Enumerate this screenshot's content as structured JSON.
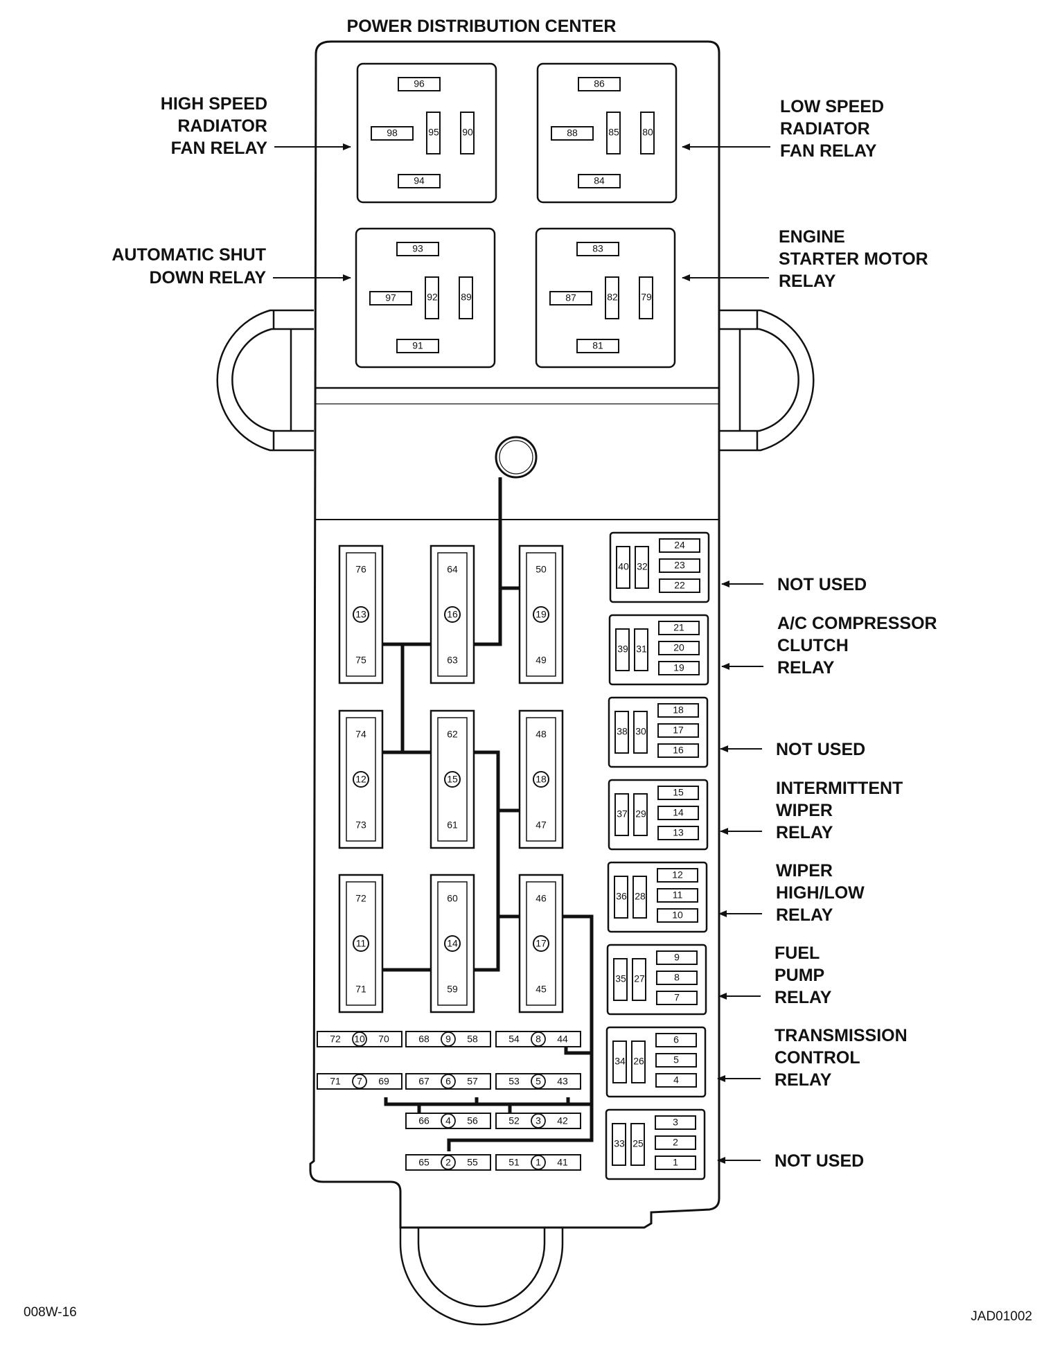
{
  "title": "POWER DISTRIBUTION CENTER",
  "footer": {
    "left": "008W-16",
    "right": "JAD01002"
  },
  "left_labels": {
    "high_speed_fan": [
      "HIGH SPEED",
      "RADIATOR",
      "FAN RELAY"
    ],
    "asd": [
      "AUTOMATIC SHUT",
      "DOWN RELAY"
    ]
  },
  "right_labels": {
    "low_speed_fan": [
      "LOW SPEED",
      "RADIATOR",
      "FAN RELAY"
    ],
    "starter": [
      "ENGINE",
      "STARTER MOTOR",
      "RELAY"
    ],
    "r1": [
      "NOT USED"
    ],
    "r2": [
      "A/C COMPRESSOR",
      "CLUTCH",
      "RELAY"
    ],
    "r3": [
      "NOT USED"
    ],
    "r4": [
      "INTERMITTENT",
      "WIPER",
      "RELAY"
    ],
    "r5": [
      "WIPER",
      "HIGH/LOW",
      "RELAY"
    ],
    "r6": [
      "FUEL",
      "PUMP",
      "RELAY"
    ],
    "r7": [
      "TRANSMISSION",
      "CONTROL",
      "RELAY"
    ],
    "r8": [
      "NOT USED"
    ]
  },
  "big_relays": [
    {
      "top": "96",
      "left": "98",
      "mid": "95",
      "right": "90",
      "bottom": "94"
    },
    {
      "top": "86",
      "left": "88",
      "mid": "85",
      "right": "80",
      "bottom": "84"
    },
    {
      "top": "93",
      "left": "97",
      "mid": "92",
      "right": "89",
      "bottom": "91"
    },
    {
      "top": "83",
      "left": "87",
      "mid": "82",
      "right": "79",
      "bottom": "81"
    }
  ],
  "fuse_columns": [
    {
      "top": "76",
      "num": "13",
      "bottom": "75"
    },
    {
      "top": "64",
      "num": "16",
      "bottom": "63"
    },
    {
      "top": "50",
      "num": "19",
      "bottom": "49"
    },
    {
      "top": "74",
      "num": "12",
      "bottom": "73"
    },
    {
      "top": "62",
      "num": "15",
      "bottom": "61"
    },
    {
      "top": "48",
      "num": "18",
      "bottom": "47"
    },
    {
      "top": "72",
      "num": "11",
      "bottom": "71"
    },
    {
      "top": "60",
      "num": "14",
      "bottom": "59"
    },
    {
      "top": "46",
      "num": "17",
      "bottom": "45"
    }
  ],
  "small_relays": [
    {
      "a": "40",
      "b": "32",
      "pins": [
        "24",
        "23",
        "22"
      ]
    },
    {
      "a": "39",
      "b": "31",
      "pins": [
        "21",
        "20",
        "19"
      ]
    },
    {
      "a": "38",
      "b": "30",
      "pins": [
        "18",
        "17",
        "16"
      ]
    },
    {
      "a": "37",
      "b": "29",
      "pins": [
        "15",
        "14",
        "13"
      ]
    },
    {
      "a": "36",
      "b": "28",
      "pins": [
        "12",
        "11",
        "10"
      ]
    },
    {
      "a": "35",
      "b": "27",
      "pins": [
        "9",
        "8",
        "7"
      ]
    },
    {
      "a": "34",
      "b": "26",
      "pins": [
        "6",
        "5",
        "4"
      ]
    },
    {
      "a": "33",
      "b": "25",
      "pins": [
        "3",
        "2",
        "1"
      ]
    }
  ],
  "mini_fuses": [
    {
      "l": "72",
      "n": "10",
      "r": "70"
    },
    {
      "l": "68",
      "n": "9",
      "r": "58"
    },
    {
      "l": "54",
      "n": "8",
      "r": "44"
    },
    {
      "l": "71",
      "n": "7",
      "r": "69"
    },
    {
      "l": "67",
      "n": "6",
      "r": "57"
    },
    {
      "l": "53",
      "n": "5",
      "r": "43"
    },
    {
      "l": "66",
      "n": "4",
      "r": "56"
    },
    {
      "l": "52",
      "n": "3",
      "r": "42"
    },
    {
      "l": "65",
      "n": "2",
      "r": "55"
    },
    {
      "l": "51",
      "n": "1",
      "r": "41"
    }
  ]
}
